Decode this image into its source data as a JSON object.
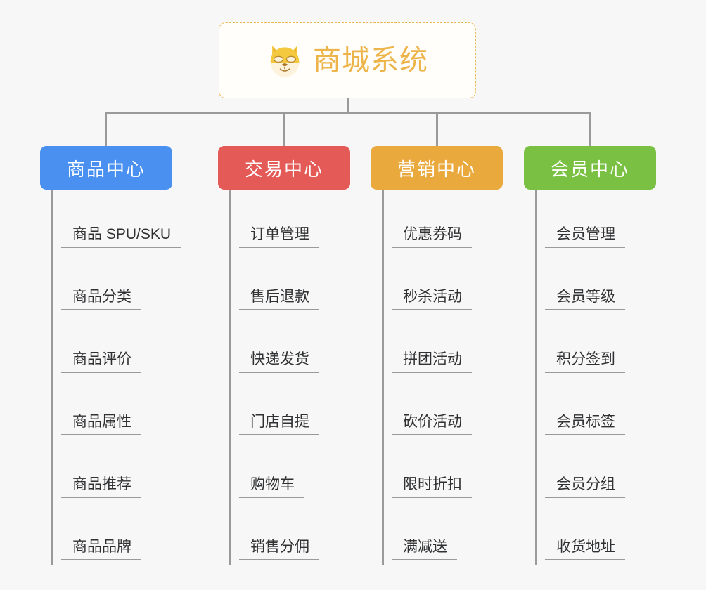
{
  "root": {
    "title": "商城系统",
    "icon": "dog-face-emoji",
    "border_color": "#edb953",
    "text_color": "#edb44a"
  },
  "connector_color": "#9a9a9a",
  "background_color": "#f7f7f7",
  "columns": [
    {
      "id": "product-center",
      "label": "商品中心",
      "color": "#4a90f0",
      "items": [
        "商品 SPU/SKU",
        "商品分类",
        "商品评价",
        "商品属性",
        "商品推荐",
        "商品品牌"
      ]
    },
    {
      "id": "trade-center",
      "label": "交易中心",
      "color": "#e45a56",
      "items": [
        "订单管理",
        "售后退款",
        "快递发货",
        "门店自提",
        "购物车",
        "销售分佣"
      ]
    },
    {
      "id": "marketing-center",
      "label": "营销中心",
      "color": "#eaa93c",
      "items": [
        "优惠券码",
        "秒杀活动",
        "拼团活动",
        "砍价活动",
        "限时折扣",
        "满减送"
      ]
    },
    {
      "id": "member-center",
      "label": "会员中心",
      "color": "#7ac143",
      "items": [
        "会员管理",
        "会员等级",
        "积分签到",
        "会员标签",
        "会员分组",
        "收货地址"
      ]
    }
  ]
}
